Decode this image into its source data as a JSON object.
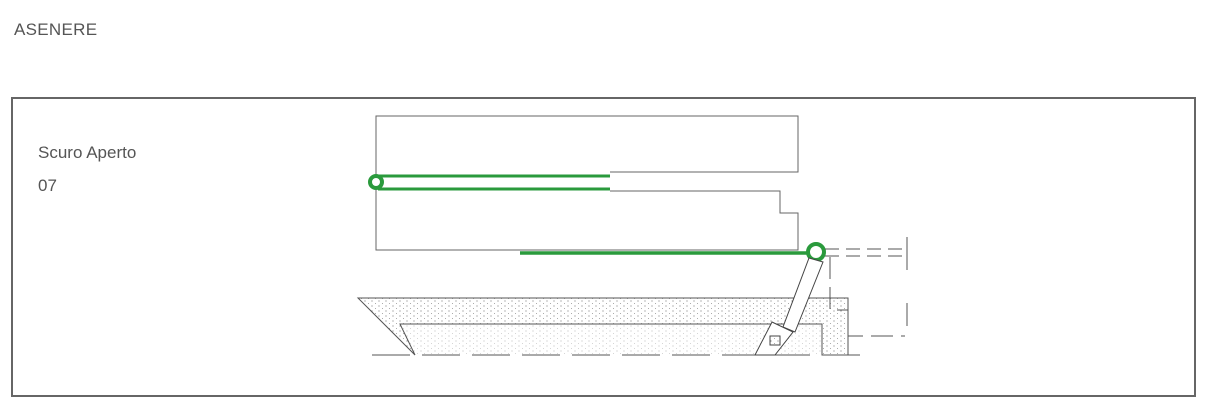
{
  "header": {
    "title": "ASENERE"
  },
  "panel": {
    "name": "Scuro Aperto",
    "code": "07"
  },
  "colors": {
    "hinge_green": "#2a9a3c",
    "line": "#555555",
    "frame": "#666666"
  }
}
